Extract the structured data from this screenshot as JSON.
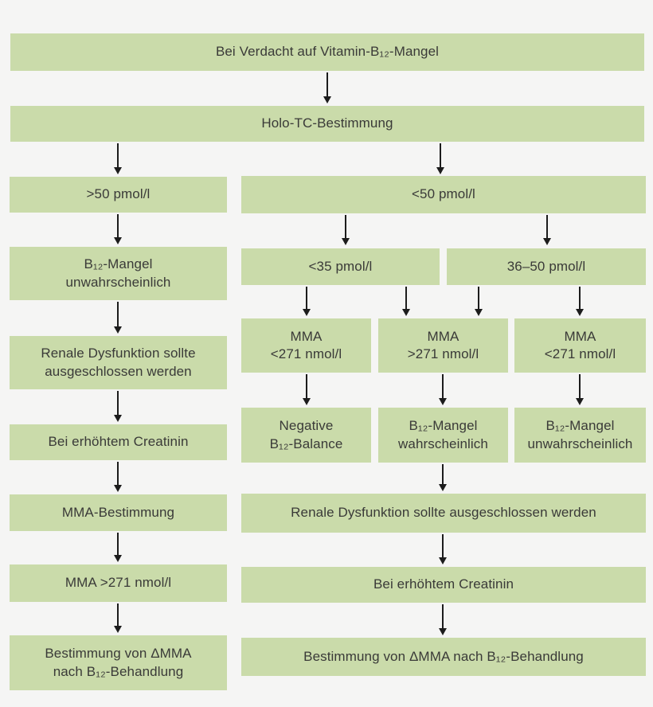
{
  "diagram_title": "Bei Verdacht auf Vitamin-B₁₂-Mangel — Holo-TC diagnostic flowchart",
  "colors": {
    "background": "#f5f5f4",
    "box_fill": "#cadbaa",
    "box_text": "#3a3a38",
    "arrow": "#1c1c1c"
  },
  "nodes": {
    "suspicion": {
      "label": "Bei Verdacht auf Vitamin-B₁₂-Mangel"
    },
    "holo_tc": {
      "label": "Holo-TC-Bestimmung"
    },
    "gt50": {
      "label": ">50 pmol/l"
    },
    "lt50": {
      "label": "<50 pmol/l"
    },
    "b12_unlikely_left": {
      "label": "B₁₂-Mangel\nunwahrscheinlich"
    },
    "lt35": {
      "label": "<35 pmol/l"
    },
    "range36_50": {
      "label": "36–50 pmol/l"
    },
    "renal_left": {
      "label": "Renale Dysfunktion sollte\nausgeschlossen werden"
    },
    "mma_lt271_a": {
      "label": "MMA\n<271 nmol/l"
    },
    "mma_gt271_mid": {
      "label": "MMA\n>271 nmol/l"
    },
    "mma_lt271_b": {
      "label": "MMA\n<271 nmol/l"
    },
    "creatinin_left": {
      "label": "Bei erhöhtem Creatinin"
    },
    "negative_balance": {
      "label": "Negative\nB₁₂-Balance"
    },
    "b12_likely": {
      "label": "B₁₂-Mangel\nwahrscheinlich"
    },
    "b12_unlikely_right": {
      "label": "B₁₂-Mangel\nunwahrscheinlich"
    },
    "mma_bestimmung": {
      "label": "MMA-Bestimmung"
    },
    "renal_right": {
      "label": "Renale Dysfunktion sollte ausgeschlossen werden"
    },
    "mma_gt271_left": {
      "label": "MMA >271 nmol/l"
    },
    "creatinin_right": {
      "label": "Bei erhöhtem Creatinin"
    },
    "delta_mma_left": {
      "label": "Bestimmung von ΔMMA\nnach B₁₂-Behandlung"
    },
    "delta_mma_right": {
      "label": "Bestimmung von ΔMMA nach B₁₂-Behandlung"
    }
  }
}
